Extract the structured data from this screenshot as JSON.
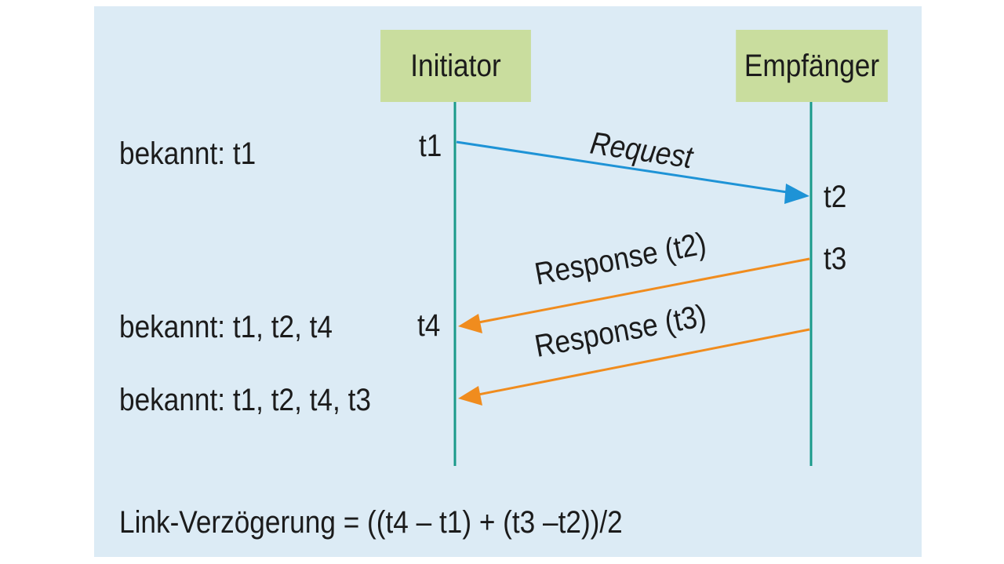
{
  "actors": {
    "initiator": "Initiator",
    "receiver": "Empfänger"
  },
  "timestamps": {
    "t1": "t1",
    "t2": "t2",
    "t3": "t3",
    "t4": "t4"
  },
  "messages": {
    "request": "Request",
    "response_t2": "Response (t2)",
    "response_t3": "Response (t3)"
  },
  "known": {
    "row1": "bekannt: t1",
    "row2": "bekannt: t1, t2, t4",
    "row3": "bekannt: t1, t2, t4, t3"
  },
  "formula": "Link-Verzögerung = ((t4 – t1) + (t3 –t2))/2",
  "colors": {
    "lifeline": "#1a9a8a",
    "request_arrow": "#1e93d6",
    "response_arrow": "#f08c1e",
    "actor_box": "#c9dd9e",
    "background": "#dcebf5"
  }
}
